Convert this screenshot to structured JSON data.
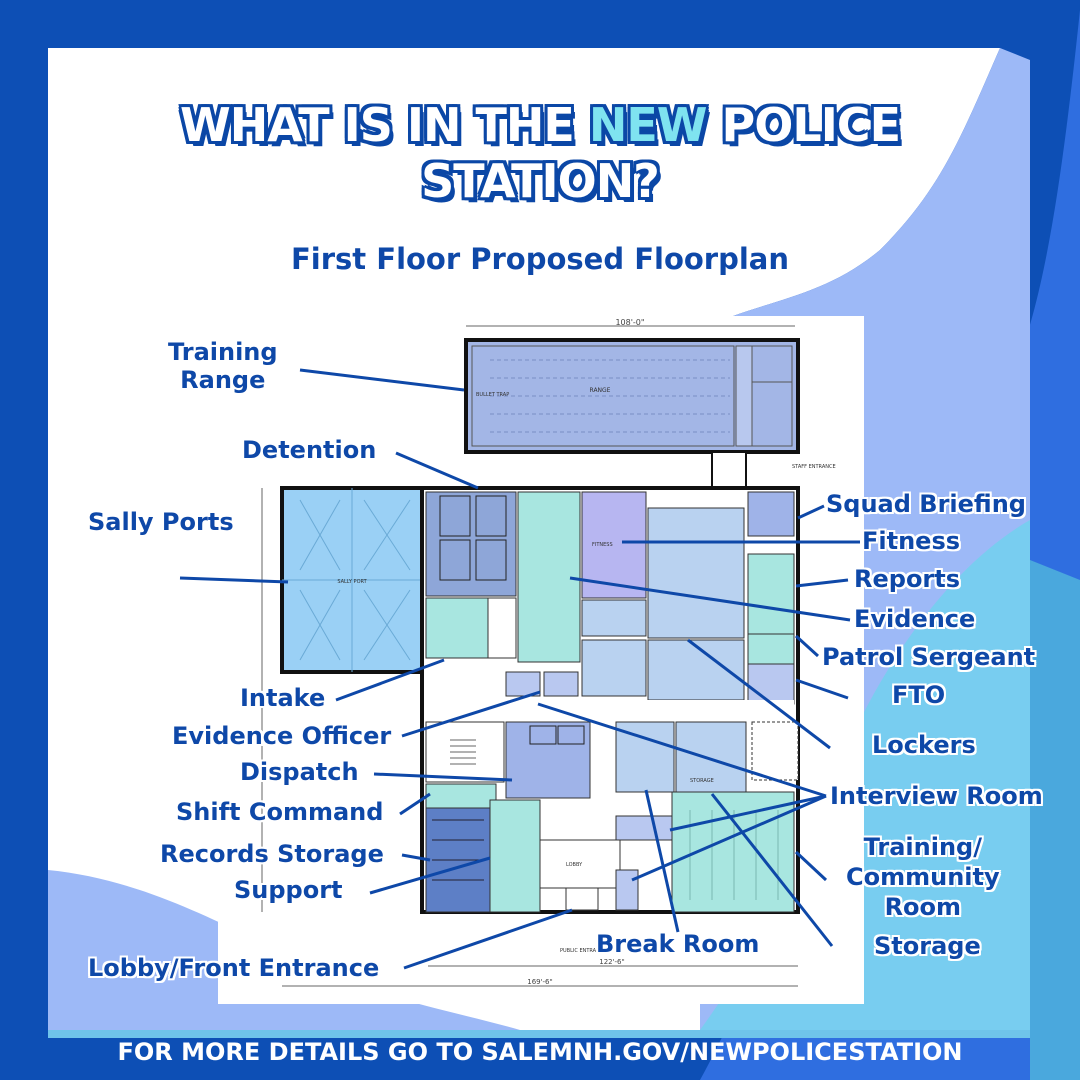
{
  "title": {
    "part1": "WHAT IS IN THE ",
    "highlight": "NEW",
    "part2": " POLICE",
    "line2": "STATION?"
  },
  "subtitle": "First Floor Proposed Floorplan",
  "footer": "FOR MORE DETAILS GO TO SALEMNH.GOV/NEWPOLICESTATION",
  "plan_text": {
    "top_dim": "108'-0\"",
    "dim_122": "122'-6\"",
    "dim_169": "169'-6\"",
    "staff_entrance": "STAFF ENTRANCE",
    "public_entrance": "PUBLIC ENTRANCE",
    "lobby": "LOBBY",
    "range": "RANGE",
    "bullet_trap": "BULLET TRAP",
    "sallyport": "SALLY PORT",
    "fitness": "FITNESS",
    "storage": "STORAGE"
  },
  "labels": {
    "training_range": "Training\nRange",
    "detention": "Detention",
    "sally_ports": "Sally Ports",
    "intake": "Intake",
    "evidence_officer": "Evidence Officer",
    "dispatch": "Dispatch",
    "shift_command": "Shift Command",
    "records_storage": "Records Storage",
    "support": "Support",
    "lobby_front_entrance": "Lobby/Front Entrance",
    "break_room": "Break Room",
    "squad_briefing": "Squad Briefing",
    "fitness": "Fitness",
    "reports": "Reports",
    "evidence": "Evidence",
    "patrol_sergeant": "Patrol Sergeant",
    "fto": "FTO",
    "lockers": "Lockers",
    "interview_room": "Interview Room",
    "training_community_room": "Training/\nCommunity\nRoom",
    "storage": "Storage"
  },
  "colors": {
    "frame_blue": "#0d4fb5",
    "light_blue_wave": "#8fb4f5",
    "cyan_wave": "#67c6eb",
    "label_blue": "#0e48a8",
    "highlight_cyan": "#7fe3f0"
  }
}
